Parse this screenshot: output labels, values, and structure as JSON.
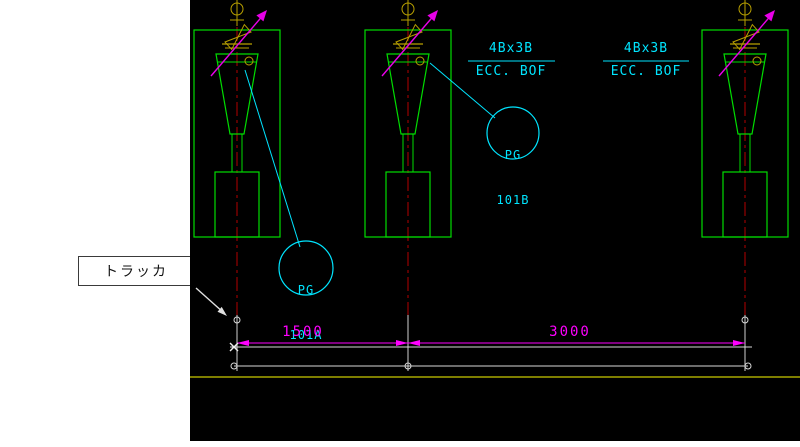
{
  "callout": {
    "label": "トラッカ"
  },
  "annotations": {
    "size_labels": [
      {
        "size": "4Bx3B",
        "note": "ECC. BOF"
      },
      {
        "size": "4Bx3B",
        "note": "ECC. BOF"
      }
    ],
    "instrument_tags": [
      {
        "type": "PG",
        "number": "101A"
      },
      {
        "type": "PG",
        "number": "101B"
      }
    ]
  },
  "dimensions": {
    "dim1": "1500",
    "dim2": "3000"
  },
  "colors": {
    "background": "#000000",
    "equipment_green": "#00dd00",
    "annotation_cyan": "#00e5ff",
    "dimension_magenta": "#ff00ff",
    "piping_yellow": "#b8a000",
    "centerline_red": "#b40000",
    "selection_white": "#e0e0e0"
  }
}
